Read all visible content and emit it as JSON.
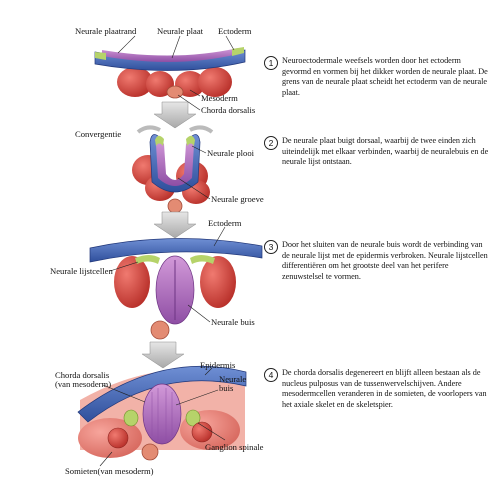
{
  "labels": {
    "neurale_plaatrand": "Neurale plaatrand",
    "neurale_plaat": "Neurale plaat",
    "ectoderm": "Ectoderm",
    "mesoderm": "Mesoderm",
    "chorda_dorsalis": "Chorda dorsalis",
    "convergentie": "Convergentie",
    "neurale_plooi": "Neurale plooi",
    "neurale_groeve": "Neurale groeve",
    "ectoderm_3": "Ectoderm",
    "neurale_lijstcellen": "Neurale lijstcellen",
    "neurale_buis": "Neurale buis",
    "chorda_dorsalis_4": "Chorda dorsalis",
    "van_mesoderm": "(van mesoderm)",
    "epidermis": "Epidermis",
    "neurale_4a": "Neurale",
    "buis_4b": "buis",
    "ganglion_spinale": "Ganglion spinale",
    "somieten": "Somieten(van mesoderm)"
  },
  "steps": [
    {
      "num": "1",
      "text": "Neuroectodermale weefsels worden door het ectoderm gevormd en vormen bij het dikker worden de neurale plaat. De grens van de neurale plaat scheidt het ectoderm van de neurale plaat."
    },
    {
      "num": "2",
      "text": "De neurale plaat buigt dorsaal, waarbij de twee einden zich uiteindelijk met elkaar verbinden, waarbij de neuralebuis en de neurale lijst ontstaan."
    },
    {
      "num": "3",
      "text": "Door het sluiten van de neurale buis wordt de verbinding van de neurale lijst met de epidermis verbroken. Neurale lijstcellen differentiëren om het grootste deel van het perifere zenuwstelsel te vormen."
    },
    {
      "num": "4",
      "text": "De chorda dorsalis degenereert en blijft alleen bestaan als de nucleus pulposus van de tussenwervelschijven. Andere mesodermcellen veranderen in de somieten, de voorlopers van het axiale skelet en de skeletspier."
    }
  ],
  "colors": {
    "ectoderm": "#3f63b0",
    "plate": "#a86bb8",
    "crest": "#b6d36a",
    "mesoderm": "#d9473e",
    "notochord": "#e07a5f",
    "arrow": "#bdbdbd"
  }
}
